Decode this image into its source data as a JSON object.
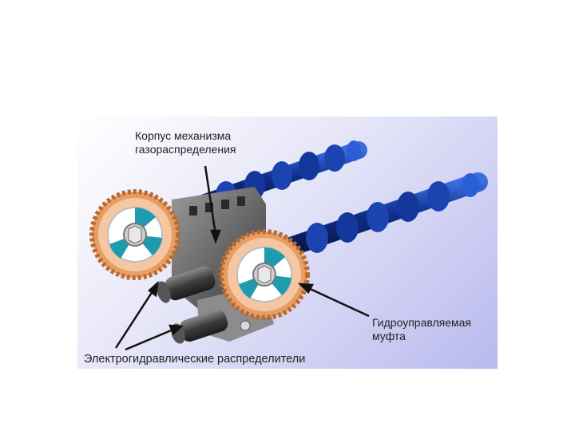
{
  "labels": {
    "housing_line1": "Корпус механизма",
    "housing_line2": "газораспределения",
    "clutch_line1": "Гидроуправляемая",
    "clutch_line2": "муфта",
    "valves": "Электрогидравлические распределители"
  },
  "colors": {
    "camshaft": "#1a3fa0",
    "sprocket": "#f2b486",
    "background": "#c4c4f0"
  }
}
